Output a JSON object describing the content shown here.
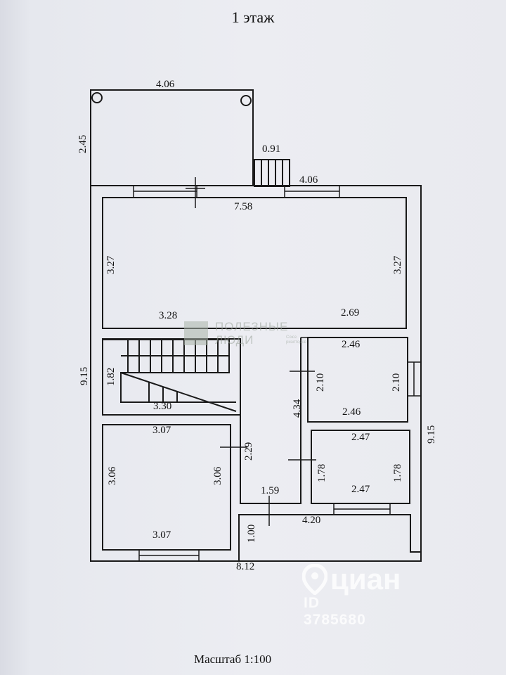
{
  "title": "1 этаж",
  "scale_label": "Масштаб 1:100",
  "dimensions": {
    "terrace_width": "4.06",
    "terrace_depth": "2.45",
    "stairs_entry": "0.91",
    "top_right": "4.06",
    "living_width": "7.58",
    "living_left_height": "3.27",
    "living_right_height": "3.27",
    "living_bottom_left": "3.28",
    "living_bottom_right": "2.69",
    "stair_height": "1.82",
    "stair_width": "3.30",
    "bed_top": "3.07",
    "bed_left": "3.06",
    "bed_right": "3.06",
    "bed_bottom": "3.07",
    "corridor_height": "2.29",
    "corridor_width": "1.59",
    "hall_height": "4.34",
    "room1_top": "2.46",
    "room1_left": "2.10",
    "room1_right": "2.10",
    "room1_bottom": "2.46",
    "room2_top": "2.47",
    "room2_left": "1.78",
    "room2_right": "1.78",
    "room2_bottom": "2.47",
    "porch_width": "4.20",
    "porch_depth": "1.00",
    "total_height_left": "9.15",
    "total_height_right": "9.15",
    "total_width": "8.12"
  },
  "watermarks": {
    "pl_line1": "ПОЛЕЗНЫЕ",
    "pl_line2": "ЛЮДИ",
    "pl_sub": "Союз риэлторов",
    "cian_brand": "циан",
    "cian_id": "ID 3785680"
  }
}
